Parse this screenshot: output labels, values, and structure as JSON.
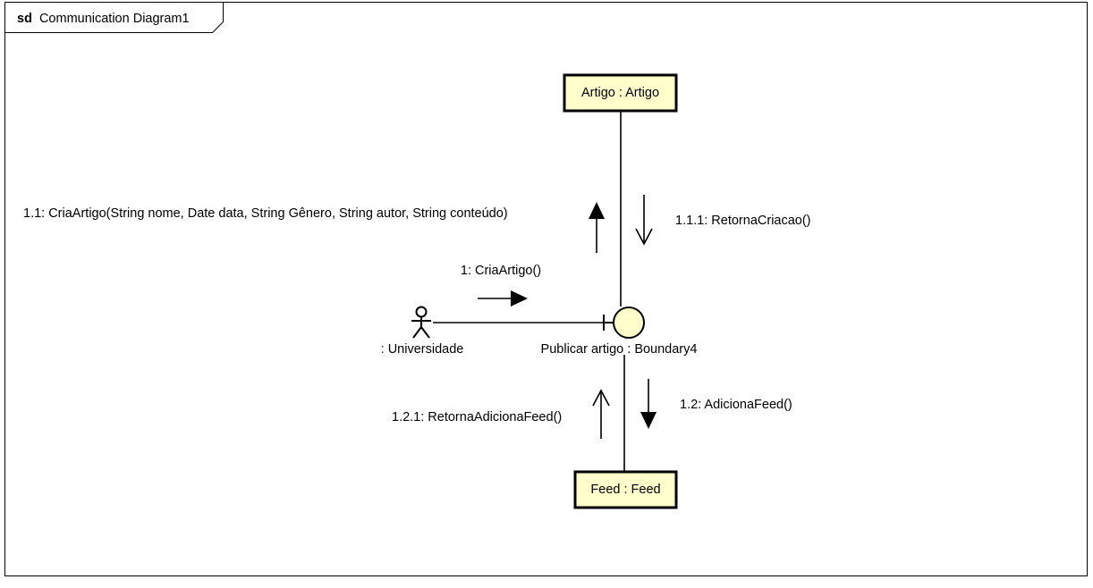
{
  "frame": {
    "keyword": "sd",
    "name": "Communication Diagram1"
  },
  "lifelines": {
    "artigo": "Artigo : Artigo",
    "feed": "Feed : Feed",
    "actor": ": Universidade",
    "boundary": "Publicar artigo : Boundary4"
  },
  "messages": {
    "m1": "1: CriaArtigo()",
    "m1_1": "1.1: CriaArtigo(String nome, Date data, String Gênero, String autor, String conteúdo)",
    "m1_1_1": "1.1.1: RetornaCriacao()",
    "m1_2": "1.2: AdicionaFeed()",
    "m1_2_1": "1.2.1: RetornaAdicionaFeed()"
  },
  "colors": {
    "node_fill": "#ffffcc",
    "stroke": "#000000",
    "background": "#ffffff"
  }
}
